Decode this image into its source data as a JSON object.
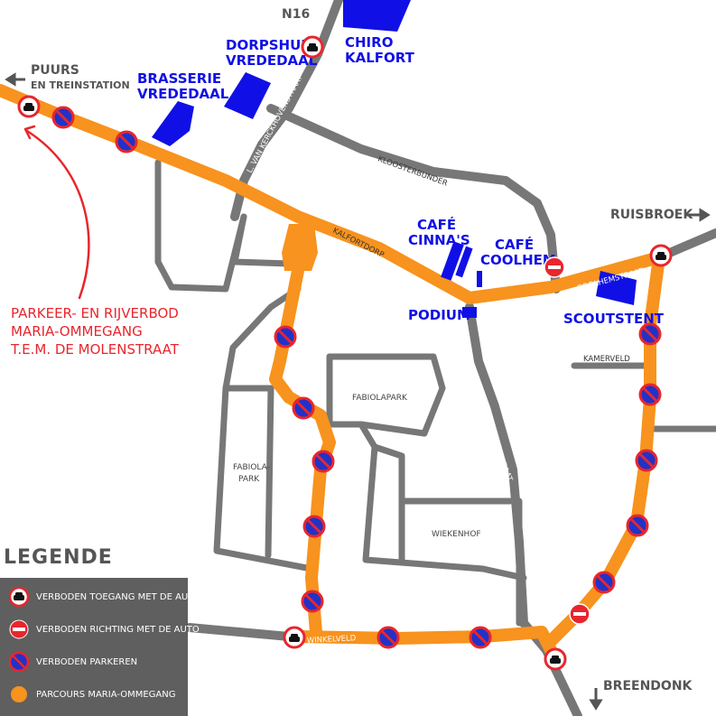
{
  "directions": {
    "puurs": "PUURS",
    "puurs_sub": "EN TREINSTATION",
    "n16": "N16",
    "ruisbroek": "RUISBROEK",
    "breendonk": "BREENDONK"
  },
  "places": {
    "brasserie_1": "BRASSERIE",
    "brasserie_2": "VREDEDAAL",
    "dorpshuis_1": "DORPSHUIS",
    "dorpshuis_2": "VREDEDAAL",
    "chiro_1": "CHIRO",
    "chiro_2": "KALFORT",
    "cafe_cinnas_1": "CAFÉ",
    "cafe_cinnas_2": "CINNA'S",
    "cafe_coolhem_1": "CAFÉ",
    "cafe_coolhem_2": "COOLHEM",
    "podium": "PODIUM",
    "scoutstent": "SCOUTSTENT"
  },
  "streets": {
    "van_kerckhovenstraat": "L. VAN KERCKHOVENSTRAAT",
    "kloosterbunder": "KLOOSTERBUNDER",
    "kalfortdorp": "KALFORTDORP",
    "coolhemstraat": "COOLHEMSTRAAT",
    "kamerveld": "KAMERVELD",
    "schipstraat": "SCHIPSTRAAT",
    "winkelveld": "WINKELVELD"
  },
  "areas": {
    "fabiolapark": "FABIOLAPARK",
    "fabiola_1": "FABIOLA-",
    "fabiola_2": "PARK",
    "wiekenhof": "WIEKENHOF"
  },
  "note": {
    "line1": "PARKEER- EN RIJVERBOD",
    "line2": "MARIA-OMMEGANG",
    "line3": "T.E.M. DE MOLENSTRAAT"
  },
  "legend": {
    "title": "LEGENDE",
    "items": [
      {
        "label": "VERBODEN TOEGANG MET DE AUTO",
        "icon": "no-entry-car-icon"
      },
      {
        "label": "VERBODEN RICHTING MET DE AUTO",
        "icon": "no-entry-icon"
      },
      {
        "label": "VERBODEN PARKEREN",
        "icon": "no-parking-icon"
      },
      {
        "label": "PARCOURS MARIA-OMMEGANG",
        "icon": "route-dot-icon"
      }
    ]
  },
  "colors": {
    "route": "#f7931e",
    "road": "#777777",
    "building": "#1010e6",
    "note": "#e8262d",
    "legend_bg": "#5f5f5f"
  }
}
